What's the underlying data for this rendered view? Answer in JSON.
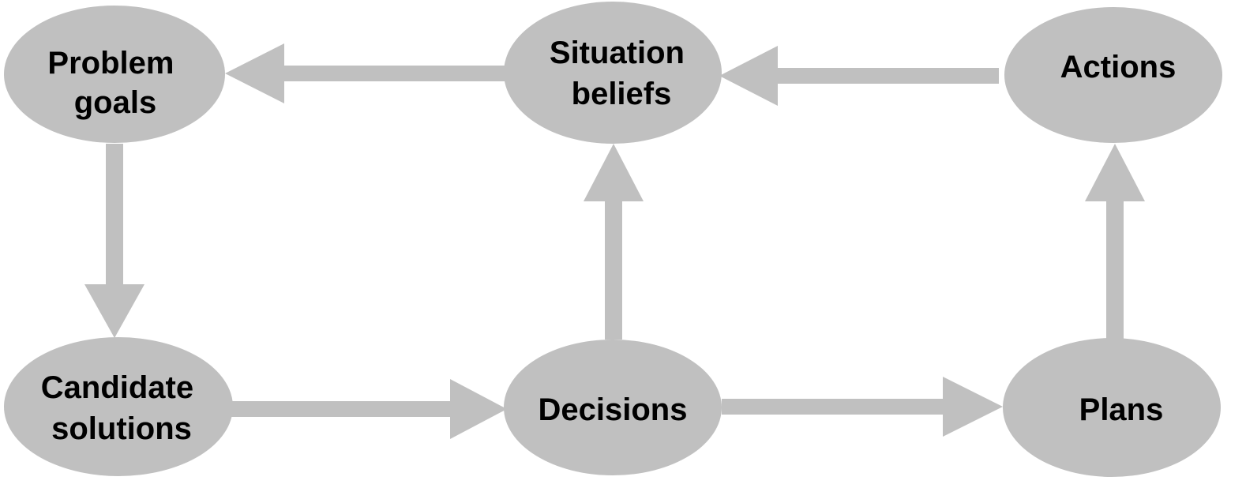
{
  "diagram": {
    "nodes": {
      "problem_goals": {
        "line1": "Problem",
        "line2": "goals"
      },
      "situation_beliefs": {
        "line1": "Situation",
        "line2": "beliefs"
      },
      "actions": {
        "line1": "Actions"
      },
      "candidate_solutions": {
        "line1": "Candidate",
        "line2": "solutions"
      },
      "decisions": {
        "line1": "Decisions"
      },
      "plans": {
        "line1": "Plans"
      }
    },
    "edges": [
      {
        "from": "situation_beliefs",
        "to": "problem_goals"
      },
      {
        "from": "actions",
        "to": "situation_beliefs"
      },
      {
        "from": "problem_goals",
        "to": "candidate_solutions"
      },
      {
        "from": "decisions",
        "to": "situation_beliefs"
      },
      {
        "from": "plans",
        "to": "actions"
      },
      {
        "from": "candidate_solutions",
        "to": "decisions"
      },
      {
        "from": "decisions",
        "to": "plans"
      }
    ],
    "colors": {
      "node_fill": "#c0c0c0",
      "arrow_fill": "#c0c0c0",
      "label_text": "#000000",
      "background": "#ffffff"
    }
  }
}
